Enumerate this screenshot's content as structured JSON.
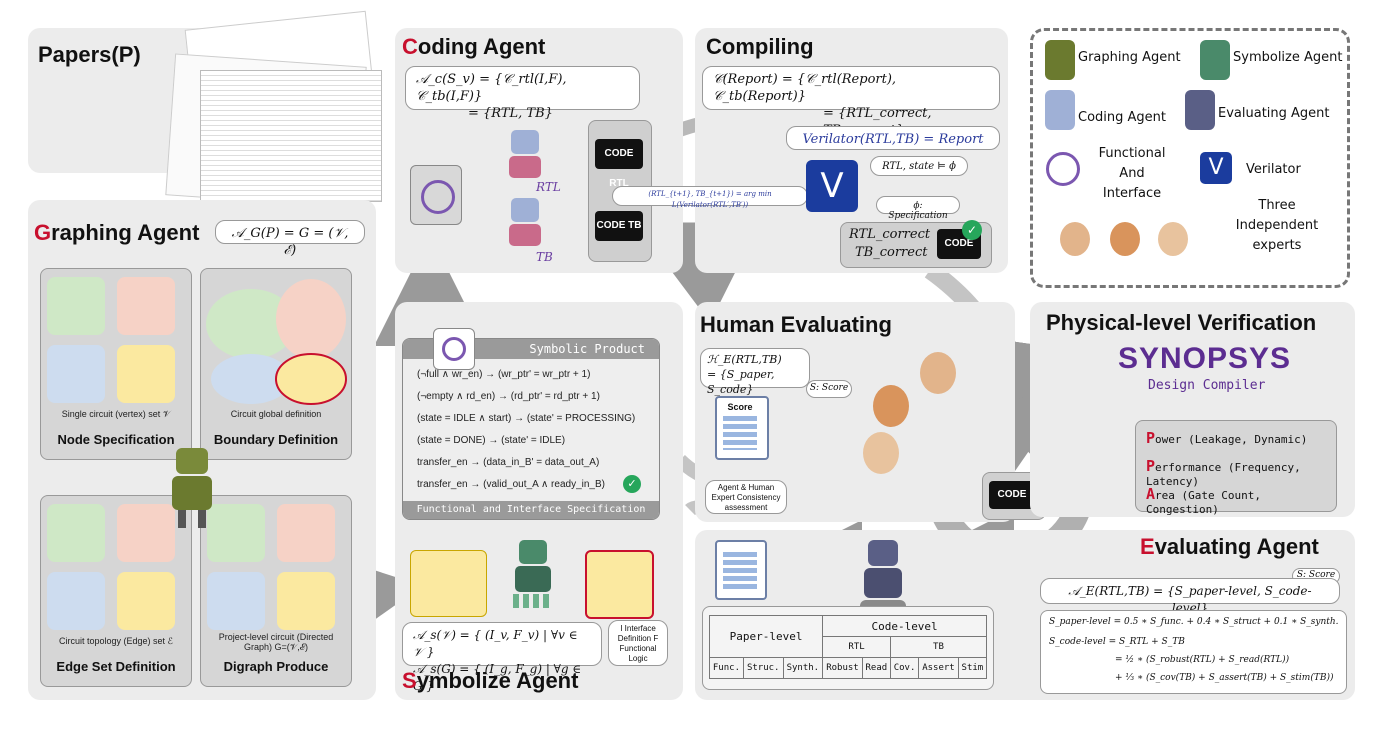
{
  "papers": {
    "title": "Papers(P)"
  },
  "graphing": {
    "title_initial": "G",
    "title_rest": "raphing Agent",
    "formula": "𝒜_G(P) = G = (𝒱, ℰ)",
    "node_caption": "Single circuit (vertex) set 𝒱",
    "node_title": "Node Specification",
    "boundary_caption": "Circuit global definition",
    "boundary_title": "Boundary Definition",
    "edge_caption": "Circuit topology (Edge) set ℰ",
    "edge_title": "Edge Set Definition",
    "digraph_caption": "Project-level circuit (Directed Graph) G=(𝒱,ℰ)",
    "digraph_title": "Digraph Produce"
  },
  "coding": {
    "title_initial": "C",
    "title_rest": "oding Agent",
    "formula_line1": "𝒜_c(S_v) = {𝒞_rtl(I,F), 𝒞_tb(I,F)}",
    "formula_line2": "= {RTL, TB}",
    "rtl_label": "RTL",
    "tb_label": "TB",
    "code_label": "CODE"
  },
  "compiling": {
    "title": "Compiling",
    "formula_line1": "𝒞(Report) = {𝒞_rtl(Report), 𝒞_tb(Report)}",
    "formula_line2": "= {RTL_correct, TB_correct}",
    "verilator_formula": "Verilator(RTL,TB) = Report",
    "state_formula": "RTL, state ⊨ ϕ",
    "spec_formula": "ϕ: Specification",
    "argmin_formula": "(RTL_{t+1}, TB_{t+1}) = arg min L(Verilator(RTL′,TB′))",
    "rtl_correct": "RTL_correct",
    "tb_correct": "TB_correct"
  },
  "legend": {
    "graphing": "Graphing Agent",
    "symbolize": "Symbolize Agent",
    "coding": "Coding Agent",
    "evaluating": "Evaluating Agent",
    "functional": "Functional And Interface",
    "verilator": "Verilator",
    "experts": "Three Independent experts"
  },
  "symbolic": {
    "header": "Symbolic Product",
    "lines": [
      "(¬full ∧ wr_en) → (wr_ptr' = wr_ptr + 1)",
      "(¬empty ∧ rd_en) → (rd_ptr' = rd_ptr + 1)",
      "(state = IDLE ∧ start) → (state' = PROCESSING)",
      "(state = DONE) → (state' = IDLE)",
      "transfer_en → (data_in_B' = data_out_A)",
      "transfer_en → (valid_out_A ∧ ready_in_B)"
    ],
    "footer": "Functional and Interface Specification"
  },
  "symbolize": {
    "title_initial": "S",
    "title_rest": "ymbolize Agent",
    "formula_line1": "𝒜_s(𝒱) = { (I_v, F_v) | ∀v ∈ 𝒱 }",
    "formula_line2": "𝒜_s(G) = { (I_g, F_g) | ∀g ∈ G }",
    "note": "I Interface Definition F Functional Logic"
  },
  "human": {
    "title": "Human Evaluating",
    "formula_line1": "ℋ_E(RTL,TB)",
    "formula_line2": "= {S_paper, S_code}",
    "score_note": "S: Score",
    "score_label": "Score",
    "consistency": "Agent & Human Expert Consistency assessment"
  },
  "physical": {
    "title": "Physical-level Verification",
    "brand": "SYNOPSYS",
    "brand_sub": "Design Compiler",
    "items": [
      {
        "initial": "P",
        "rest": "ower (Leakage, Dynamic)"
      },
      {
        "initial": "P",
        "rest": "erformance (Frequency, Latency)"
      },
      {
        "initial": "A",
        "rest": "rea (Gate Count, Congestion)"
      }
    ]
  },
  "evaluating": {
    "title_initial": "E",
    "title_rest": "valuating Agent",
    "formula": "𝒜_E(RTL,TB) = {S_paper-level, S_code-level}",
    "score_note": "S: Score",
    "table": {
      "paper_level": "Paper-level",
      "code_level": "Code-level",
      "rtl": "RTL",
      "tb": "TB",
      "cols": [
        "Func.",
        "Struc.",
        "Synth.",
        "Robust",
        "Read",
        "Cov.",
        "Assert",
        "Stim"
      ]
    },
    "eq1": "S_paper-level = 0.5 ∗ S_func. + 0.4 ∗ S_struct + 0.1 ∗ S_synth.",
    "eq2": "S_code-level = S_RTL + S_TB",
    "eq3": "= ½ ∗ (S_robust(RTL) + S_read(RTL))",
    "eq4": "+ ⅓ ∗ (S_cov(TB) + S_assert(TB) + S_stim(TB))"
  },
  "colors": {
    "accent_red": "#c8102e",
    "purple": "#6a3ea1",
    "panel": "#ececec",
    "green": "#26a65b"
  }
}
